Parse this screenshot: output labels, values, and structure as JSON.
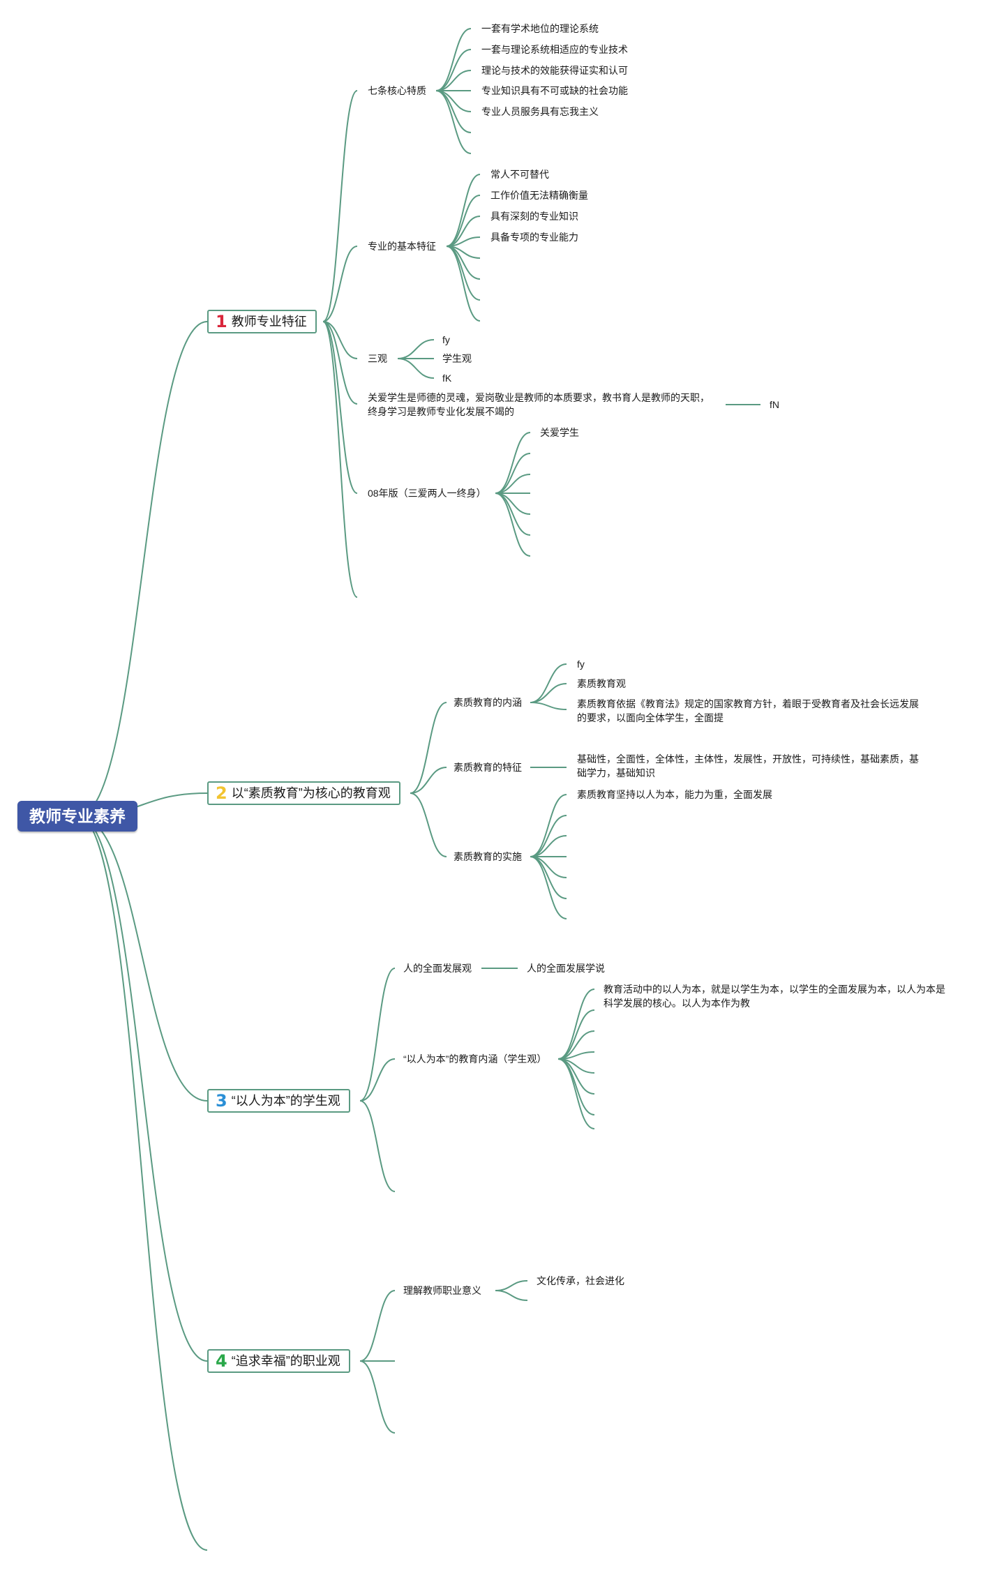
{
  "root": "教师专业素养",
  "branch1": {
    "num": "1",
    "num_color": "#d9263b",
    "label": "教师专业特征",
    "seven": {
      "label": "七条核心特质",
      "items": [
        "一套有学术地位的理论系统",
        "一套与理论系统相适应的专业技术",
        "理论与技术的效能获得证实和认可",
        "专业知识具有不可或缺的社会功能",
        "专业人员服务具有忘我主义"
      ]
    },
    "basic": {
      "label": "专业的基本特征",
      "items": [
        "常人不可替代",
        "工作价值无法精确衡量",
        "具有深刻的专业知识",
        "具备专项的专业能力"
      ]
    },
    "sanguan": {
      "label": "三观",
      "items": [
        "fy",
        "学生观",
        "fK"
      ]
    },
    "love": {
      "label": "关爱学生是师德的灵魂，爱岗敬业是教师的本质要求，教书育人是教师的天职，终身学习是教师专业化发展不竭的",
      "child": "fN"
    },
    "v08": {
      "label": "08年版（三爱两人一终身）",
      "items": [
        "关爱学生"
      ]
    }
  },
  "branch2": {
    "num": "2",
    "num_color": "#f2c431",
    "label": "以“素质教育”为核心的教育观",
    "meaning": {
      "label": "素质教育的内涵",
      "items": [
        "fy",
        "素质教育观",
        "素质教育依据《教育法》规定的国家教育方针，着眼于受教育者及社会长远发展的要求，以面向全体学生，全面提"
      ]
    },
    "features": {
      "label": "素质教育的特征",
      "child": "基础性，全面性，全体性，主体性，发展性，开放性，可持续性，基础素质，基础学力，基础知识"
    },
    "implement": {
      "label": "素质教育的实施",
      "items": [
        "素质教育坚持以人为本，能力为重，全面发展"
      ]
    }
  },
  "branch3": {
    "num": "3",
    "num_color": "#2a8fd6",
    "label": "“以人为本”的学生观",
    "all": {
      "label": "人的全面发展观",
      "child": "人的全面发展学说"
    },
    "people": {
      "label": "“以人为本”的教育内涵（学生观）",
      "items": [
        "教育活动中的以人为本，就是以学生为本，以学生的全面发展为本，以人为本是科学发展的核心。以人为本作为教"
      ]
    }
  },
  "branch4": {
    "num": "4",
    "num_color": "#2aa84a",
    "label": "“追求幸福”的职业观",
    "meaning": {
      "label": "理解教师职业意义",
      "child": "文化传承，社会进化"
    }
  }
}
